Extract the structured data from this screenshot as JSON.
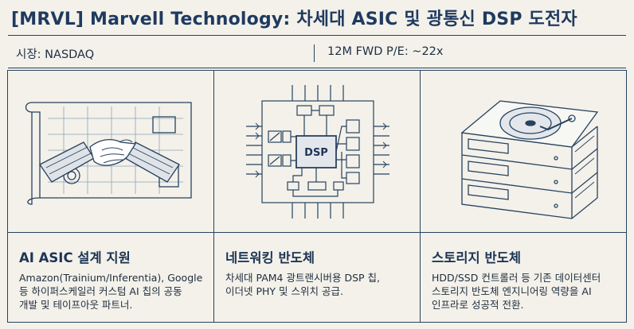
{
  "header": {
    "ticker": "[MRVL]",
    "title": "Marvell Technology: 차세대 ASIC 및 광통신 DSP 도전자"
  },
  "info": {
    "market": "시장: NASDAQ",
    "pe": "12M FWD P/E: ~22x"
  },
  "panels": [
    {
      "icon": "handshake-blueprint-icon",
      "title": "AI ASIC 설계 지원",
      "desc": [
        "Amazon(Trainium/Inferentia), Google",
        "등 하이퍼스케일러 커스텀 AI 칩의 공동",
        "개발 및 테이프아웃 파트너."
      ]
    },
    {
      "icon": "dsp-chip-diagram-icon",
      "chip_label": "DSP",
      "title": "네트워킹 반도체",
      "desc": [
        "차세대 PAM4 광트랜시버용 DSP 칩,",
        "이더넷 PHY 및 스위치 공급."
      ]
    },
    {
      "icon": "hard-drive-stack-icon",
      "title": "스토리지 반도체",
      "desc": [
        "HDD/SSD 컨트롤러 등 기존 데이터센터",
        "스토리지 반도체 엔지니어링 역량을 AI",
        "인프라로 성공적 전환."
      ]
    }
  ]
}
